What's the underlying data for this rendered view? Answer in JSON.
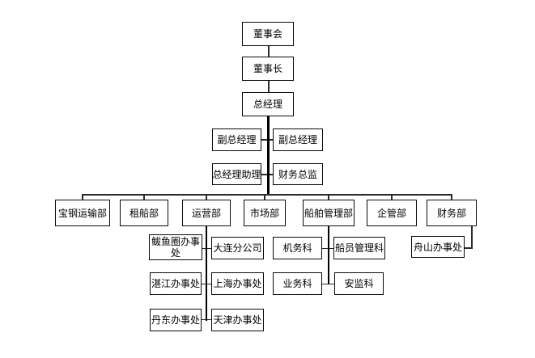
{
  "org": {
    "type": "org-chart",
    "nodes": {
      "board": "董事会",
      "chairman": "董事长",
      "general_manager": "总经理",
      "deputy_gm_left": "副总经理",
      "deputy_gm_right": "副总经理",
      "gm_assistant": "总经理助理",
      "finance_director": "财务总监",
      "dept_baosteel_transport": "宝钢运输部",
      "dept_chartering": "租船部",
      "dept_operations": "运营部",
      "dept_marketing": "市场部",
      "dept_ship_management": "船舶管理部",
      "dept_enterprise_management": "企管部",
      "dept_finance": "财务部",
      "office_bayuquan": "鲅鱼圈办事处",
      "branch_dalian": "大连分公司",
      "office_zhanjiang": "湛江办事处",
      "office_shanghai": "上海办事处",
      "office_dandong": "丹东办事处",
      "office_tianjin": "天津办事处",
      "section_engineering": "机务科",
      "section_crew_management": "船员管理科",
      "section_business": "业务科",
      "section_safety_supervision": "安监科",
      "office_zhoushan": "舟山办事处"
    },
    "hierarchy": {
      "董事会": [
        "董事长"
      ],
      "董事长": [
        "总经理"
      ],
      "总经理_staff": [
        "副总经理",
        "副总经理",
        "总经理助理",
        "财务总监"
      ],
      "总经理_departments": [
        "宝钢运输部",
        "租船部",
        "运营部",
        "市场部",
        "船舶管理部",
        "企管部",
        "财务部"
      ],
      "运营部": [
        "鲅鱼圈办事处",
        "大连分公司",
        "湛江办事处",
        "上海办事处",
        "丹东办事处",
        "天津办事处"
      ],
      "船舶管理部": [
        "机务科",
        "船员管理科",
        "业务科",
        "安监科"
      ],
      "财务部": [
        "舟山办事处"
      ]
    },
    "colors": {
      "background": "#ffffff",
      "line": "#2b2b2b",
      "box_border": "#0a0a0a",
      "text": "#000000"
    }
  }
}
